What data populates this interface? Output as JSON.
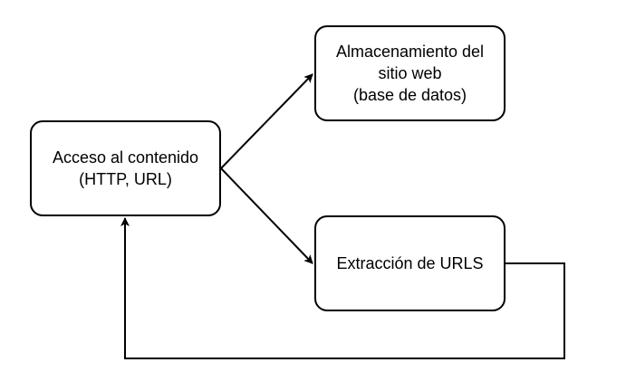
{
  "diagram": {
    "nodes": {
      "acceso": {
        "line1": "Acceso al contenido",
        "line2": "(HTTP, URL)"
      },
      "almacenamiento": {
        "line1": "Almacenamiento del",
        "line2": "sitio web",
        "line3": "(base de datos)"
      },
      "extraccion": {
        "line1": "Extracción de URLS"
      }
    },
    "edges": [
      {
        "from": "acceso",
        "to": "almacenamiento"
      },
      {
        "from": "acceso",
        "to": "extraccion"
      },
      {
        "from": "extraccion",
        "to": "acceso"
      }
    ],
    "colors": {
      "stroke": "#000000",
      "fill": "#ffffff"
    }
  }
}
